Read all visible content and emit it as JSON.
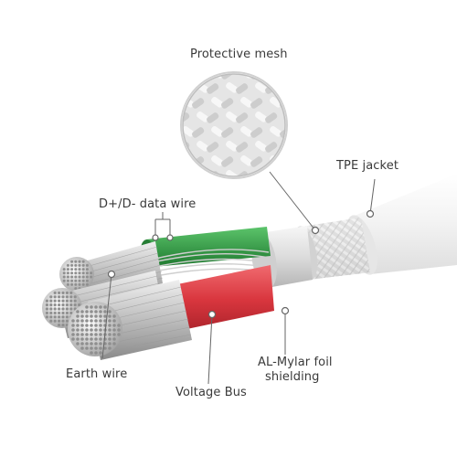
{
  "labels": {
    "protective_mesh": "Protective mesh",
    "tpe_jacket": "TPE jacket",
    "data_wire": "D+/D- data wire",
    "earth_wire": "Earth wire",
    "voltage_bus": "Voltage Bus",
    "al_mylar_line1": "AL-Mylar foil",
    "al_mylar_line2": "shielding"
  },
  "colors": {
    "jacket": "#f2f2f2",
    "mesh": "#d9d9d9",
    "foil": "#c9c9c9",
    "data_wire_green": "#2f9e44",
    "voltage_red": "#d9363e",
    "strand_metal": "#b8b8b8",
    "leader_line": "#666666"
  }
}
